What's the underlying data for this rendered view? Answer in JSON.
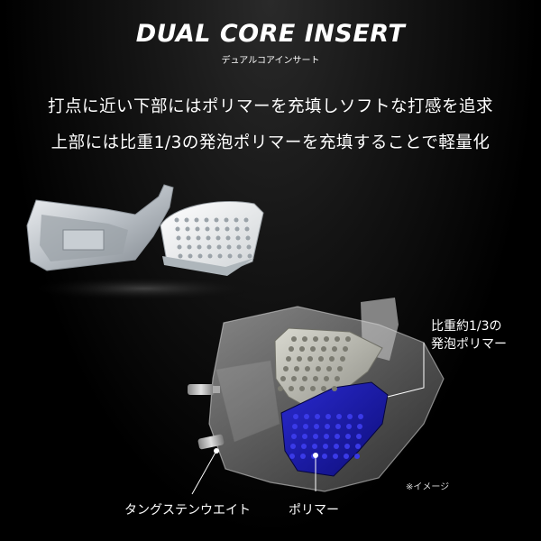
{
  "heading": {
    "title": "DUAL CORE INSERT",
    "subtitle": "デュアルコアインサート"
  },
  "description": {
    "line1": "打点に近い下部にはポリマーを充填しソフトな打感を追求",
    "line2": "上部には比重1/3の発泡ポリマーを充填することで軽量化"
  },
  "callouts": {
    "foam_line1": "比重約1/3の",
    "foam_line2": "発泡ポリマー",
    "tungsten": "タングステンウエイト",
    "polymer": "ポリマー",
    "image_note": "※イメージ"
  },
  "colors": {
    "background": "#000000",
    "polymer": "#1a1aa8",
    "foam": "#bdbdb4",
    "silver": "#c8cdd2"
  }
}
